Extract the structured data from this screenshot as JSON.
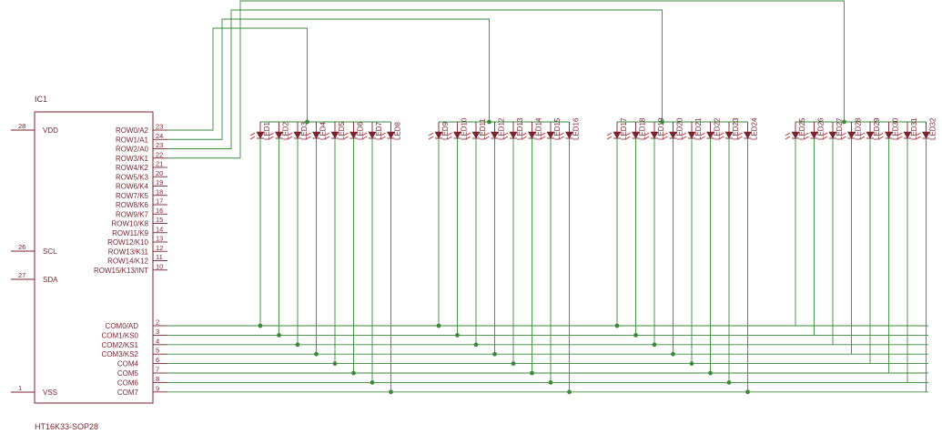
{
  "ic": {
    "ref": "IC1",
    "part": "HT16K33-SOP28",
    "left_pins": [
      {
        "name": "VDD",
        "num": "28"
      },
      {
        "name": "SCL",
        "num": "26"
      },
      {
        "name": "SDA",
        "num": "27"
      },
      {
        "name": "VSS",
        "num": "1"
      }
    ],
    "row_pins": [
      {
        "name": "ROW0/A2",
        "num": "23"
      },
      {
        "name": "ROW1/A1",
        "num": "24"
      },
      {
        "name": "ROW2/A0",
        "num": "23"
      },
      {
        "name": "ROW3/K1",
        "num": "22"
      },
      {
        "name": "ROW4/K2",
        "num": "21"
      },
      {
        "name": "ROW5/K3",
        "num": "20"
      },
      {
        "name": "ROW6/K4",
        "num": "19"
      },
      {
        "name": "ROW7/K5",
        "num": "18"
      },
      {
        "name": "ROW8/K6",
        "num": "17"
      },
      {
        "name": "ROW9/K7",
        "num": "16"
      },
      {
        "name": "ROW10/K8",
        "num": "15"
      },
      {
        "name": "ROW11/K9",
        "num": "14"
      },
      {
        "name": "ROW12/K10",
        "num": "13"
      },
      {
        "name": "ROW13/K11",
        "num": "12"
      },
      {
        "name": "ROW14/K12",
        "num": "11"
      },
      {
        "name": "ROW15/K13/INT",
        "num": "10"
      }
    ],
    "com_pins": [
      {
        "name": "COM0/AD",
        "num": "2"
      },
      {
        "name": "COM1/KS0",
        "num": "3"
      },
      {
        "name": "COM2/KS1",
        "num": "4"
      },
      {
        "name": "COM3/KS2",
        "num": "5"
      },
      {
        "name": "COM4",
        "num": "6"
      },
      {
        "name": "COM5",
        "num": "7"
      },
      {
        "name": "COM6",
        "num": "8"
      },
      {
        "name": "COM7",
        "num": "9"
      }
    ]
  },
  "leds": {
    "groups": [
      [
        "LED1",
        "LED2",
        "LED3",
        "LED4",
        "LED5",
        "LED6",
        "LED7",
        "LED8"
      ],
      [
        "LED9",
        "LED10",
        "LED11",
        "LED12",
        "LED13",
        "LED14",
        "LED15",
        "LED16"
      ],
      [
        "LED17",
        "LED18",
        "LED19",
        "LED20",
        "LED21",
        "LED22",
        "LED23",
        "LED24"
      ],
      [
        "LED25",
        "LED26",
        "LED27",
        "LED28",
        "LED29",
        "LED30",
        "LED31",
        "LED32"
      ]
    ]
  },
  "colors": {
    "part": "#7a2430",
    "wire": "#3a8a3a",
    "led_arrow": "#cc2020"
  }
}
